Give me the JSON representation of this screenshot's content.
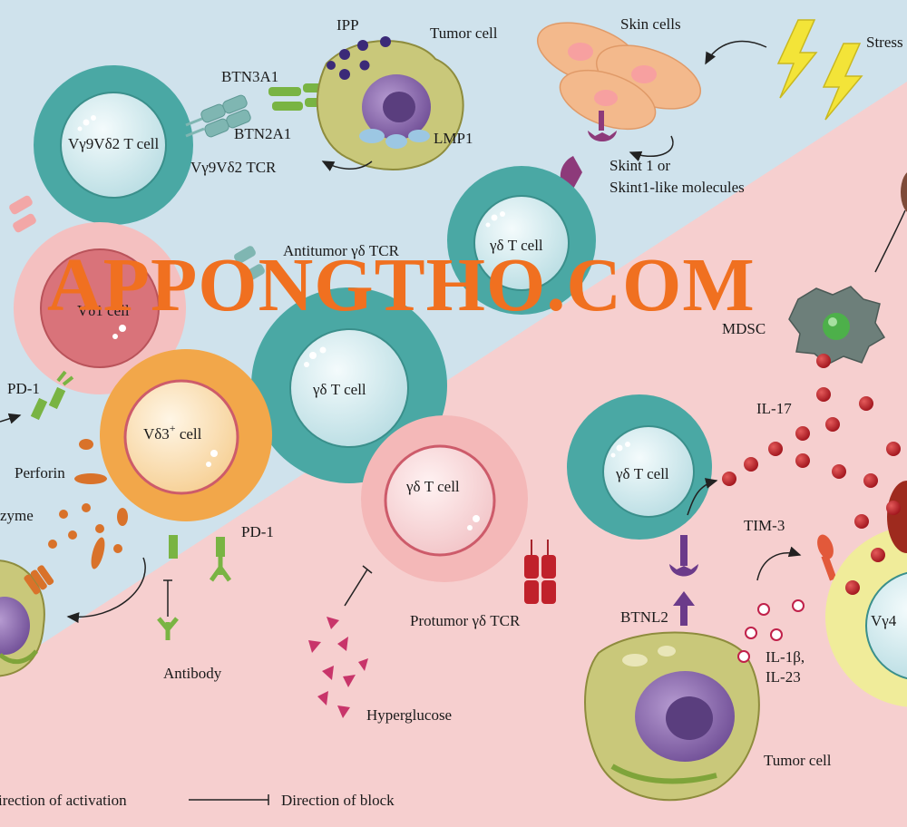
{
  "watermark": "APPONGTHO.COM",
  "colors": {
    "antitumor_bg": "#cfe2ec",
    "protumor_bg": "#f6cfcf",
    "teal_cell": "#4aa8a4",
    "teal_nucleus": "#d8eef2",
    "pink_cell": "#f4b8b8",
    "orange_cell": "#f2a74a",
    "tumor_cell": "#c9c87a",
    "tumor_nucleus": "#8c6bb0",
    "il17_dot": "#c0212b",
    "skin_cell": "#f3b98c",
    "stress_bolt": "#f3e438",
    "watermark": "#f07020"
  },
  "labels": {
    "ipp": "IPP",
    "tumor_cell_top": "Tumor cell",
    "btn3a1": "BTN3A1",
    "btn2a1": "BTN2A1",
    "lmp1": "LMP1",
    "vg9vd2_cell": "Vγ9Vδ2 T cell",
    "vg9vd2_tcr": "Vγ9Vδ2 TCR",
    "skin_cells": "Skin cells",
    "stress": "Stress",
    "skint_line1": "Skint 1 or",
    "skint_line2": "Skint1-like molecules",
    "gd_tcell_skin": "γδ T cell",
    "antitumor_tcr": "Antitumor γδ TCR",
    "vd1_cell": "Vδ1 cell",
    "pd1_left": "PD-1",
    "gd_tcell_center": "γδ T cell",
    "vd3_cell": "Vδ3",
    "vd3_sup": "+",
    "vd3_suffix": " cell",
    "perforin": "Perforin",
    "zyme": "zyme",
    "pd1_mid": "PD-1",
    "antibody": "Antibody",
    "gd_tcell_pink": "γδ T cell",
    "protumor_tcr": "Protumor γδ TCR",
    "hyperglucose": "Hyperglucose",
    "mdsc": "MDSC",
    "il17": "IL-17",
    "gd_tcell_right": "γδ T cell",
    "tim3": "TIM-3",
    "btnl2": "BTNL2",
    "il1b": "IL-1β,",
    "il23": "IL-23",
    "vg4": "Vγ4",
    "tumor_cell_bottom": "Tumor cell"
  },
  "legend": {
    "activation": "irection of activation",
    "block": "Direction of block"
  }
}
